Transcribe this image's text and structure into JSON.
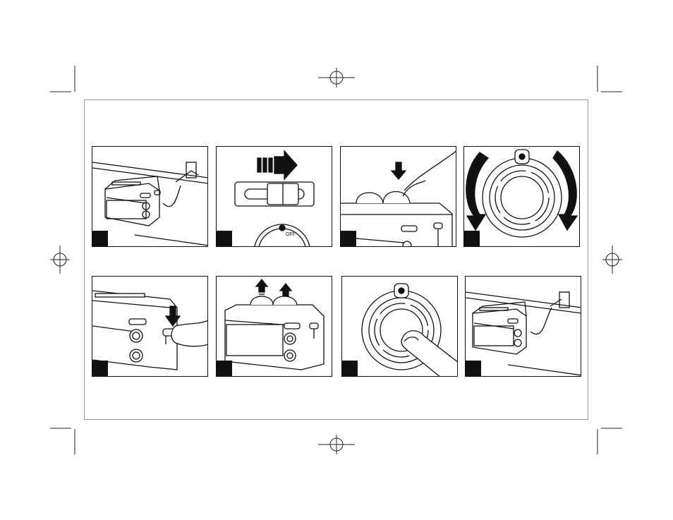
{
  "document": {
    "step_figures": [
      {
        "id": 1,
        "number": "",
        "icon": "plug-in-outlet-icon"
      },
      {
        "id": 2,
        "number": "",
        "icon": "lever-slide-right-icon"
      },
      {
        "id": 3,
        "number": "",
        "icon": "insert-bread-icon"
      },
      {
        "id": 4,
        "number": "",
        "icon": "turn-dial-icon"
      },
      {
        "id": 5,
        "number": "",
        "icon": "press-lever-down-icon"
      },
      {
        "id": 6,
        "number": "",
        "icon": "toast-pops-up-icon"
      },
      {
        "id": 7,
        "number": "",
        "icon": "press-cancel-button-icon"
      },
      {
        "id": 8,
        "number": "",
        "icon": "unplug-outlet-icon"
      }
    ],
    "dial_label": "OFF"
  }
}
